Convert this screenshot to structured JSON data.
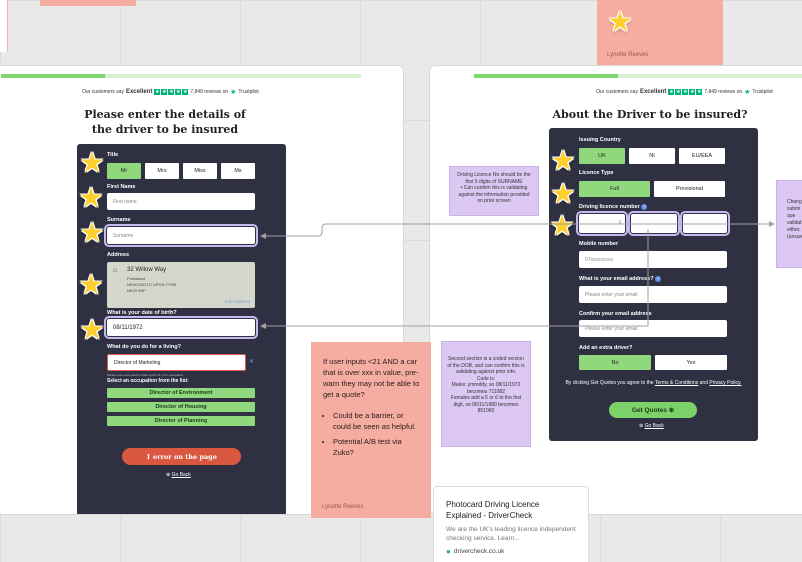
{
  "top_left_note_visible": true,
  "top_note": {
    "author": "Lynette Reeves"
  },
  "left_frame": {
    "trustpilot": {
      "prefix": "Our customers say",
      "rating": "Excellent",
      "reviews": "7,849 reviews on",
      "brand": "Trustpilot"
    },
    "heading": "Please enter the details of the driver to be insured",
    "title_label": "Title",
    "titles": [
      "Mr",
      "Mrs",
      "Miss",
      "Ms"
    ],
    "first_name_label": "First Name",
    "first_name_placeholder": "First name",
    "surname_label": "Surname",
    "surname_placeholder": "Surname",
    "address_label": "Address",
    "address_line1": "32 Willow Way",
    "address_line2": "Pontaland",
    "address_line3": "NEWCASTLE UPON TYNE",
    "address_line4": "NE20 9RF",
    "edit_address": "Edit address",
    "dob_label": "What is your date of birth?",
    "dob_value": "08/11/1972",
    "occupation_label": "What do you do for a living?",
    "occupation_value": "Director of Marketing",
    "occupation_clear": "✕",
    "occupation_hint": "Please enter and select a valid option for your occupation",
    "occupation_select_label": "Select an occupation from the list:",
    "occupations": [
      "Director of Environment",
      "Director of Housing",
      "Director of Planning"
    ],
    "error_button": "1 error on the page",
    "go_back": "Go Back"
  },
  "right_frame": {
    "trustpilot": {
      "prefix": "Our customers say",
      "rating": "Excellent",
      "reviews": "7,849 reviews on",
      "brand": "Trustpilot"
    },
    "heading": "About the Driver to be insured?",
    "issuing_label": "Issuing Country",
    "issuing": [
      "UK",
      "NI",
      "EU/EEA"
    ],
    "licence_type_label": "Licence Type",
    "licence_types": [
      "Full",
      "Provisional"
    ],
    "licence_number_label": "Driving licence number",
    "mobile_label": "Mobile number",
    "mobile_placeholder": "07xxxxxxxxx",
    "email_label": "What is your email address?",
    "email_placeholder": "Please enter your email",
    "confirm_email_label": "Confirm your email address",
    "confirm_email_placeholder": "Please enter your email",
    "extra_driver_label": "Add an extra driver?",
    "extra_driver": [
      "No",
      "Yes"
    ],
    "terms_text": "By clicking Get Quotes you agree to the",
    "terms_link": "Terms & Conditions",
    "and": "and",
    "privacy_link": "Privacy Policy.",
    "get_quotes": "Get Quotes",
    "go_back": "Go Back"
  },
  "notes": {
    "licence_note": "Driving Licence No should be the first 5 digits of SURNAME\n• Can confirm this is validating against the information provided on prior screen",
    "dob_note": "Second section is a coded version of the DOB, and can confirm this is validating against prior info.\nCode is:\nMales: ymmddy, so 08/11/1972 becomes 711082\nFemales add a 5 or 6 to the first digit, so 06/11/1980 becomes 851060",
    "right_edge_note": "Chang\nsubmi\nque\nvalidat\neither, ei\n(unsure",
    "quote_note_text": "If user inputs <21 AND a car that is over xxx in value, pre-warn they may not be able to get a quote?",
    "quote_note_bullets": [
      "Could be a barrier, or could be seen as helpful.",
      "Potential A/B test via Zuko?"
    ],
    "quote_note_author": "Lynette Reeves"
  },
  "link_card": {
    "title": "Photocard Driving Licence Explained - DriverCheck",
    "description": "We are the UK's leading licence independent checking service. Learn...",
    "url": "drivercheck.co.uk"
  },
  "colors": {
    "accent_green": "#8fd87e",
    "form_dark": "#2f3142",
    "sticky_pink": "#f4ada0",
    "sticky_purple": "#dcc8f3",
    "error_red": "#d9573f",
    "star": "#ffcf2e"
  }
}
